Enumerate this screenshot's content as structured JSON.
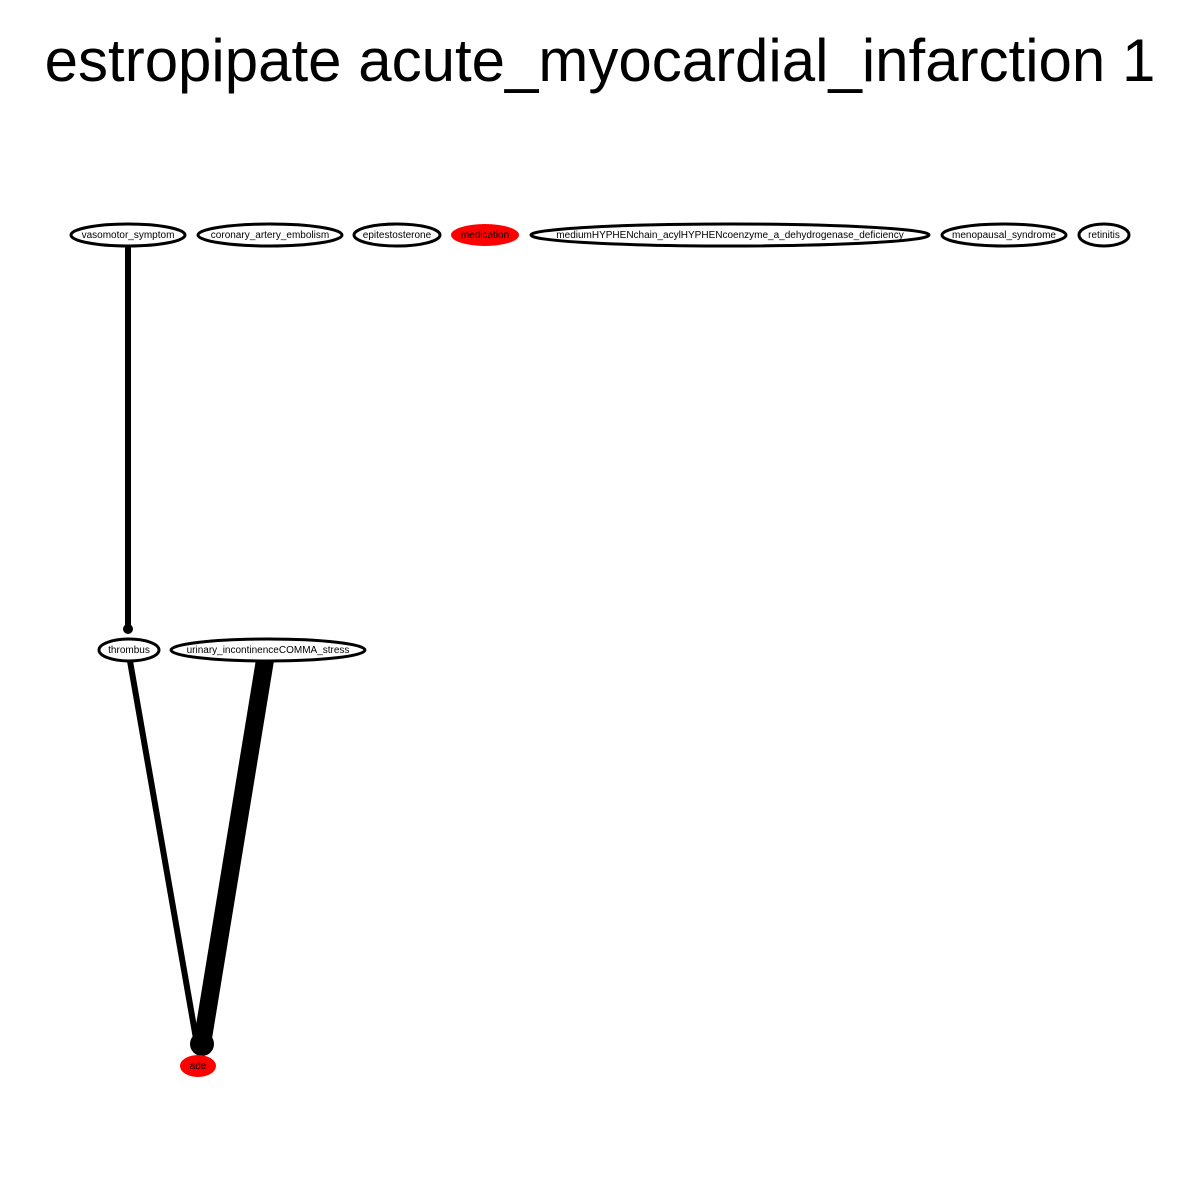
{
  "title": "estropipate acute_myocardial_infarction 1",
  "colors": {
    "highlight_fill": "#ff0000",
    "node_fill": "#ffffff",
    "stroke": "#000000"
  },
  "nodes": [
    {
      "id": "vasomotor_symptom",
      "label": "vasomotor_symptom",
      "highlight": false
    },
    {
      "id": "coronary_artery_embolism",
      "label": "coronary_artery_embolism",
      "highlight": false
    },
    {
      "id": "epitestosterone",
      "label": "epitestosterone",
      "highlight": false
    },
    {
      "id": "medication",
      "label": "medication",
      "highlight": true
    },
    {
      "id": "mcad_deficiency",
      "label": "mediumHYPHENchain_acylHYPHENcoenzyme_a_dehydrogenase_deficiency",
      "highlight": false
    },
    {
      "id": "menopausal_syndrome",
      "label": "menopausal_syndrome",
      "highlight": false
    },
    {
      "id": "retinitis",
      "label": "retinitis",
      "highlight": false
    },
    {
      "id": "thrombus",
      "label": "thrombus",
      "highlight": false
    },
    {
      "id": "urinary_incontinence_stress",
      "label": "urinary_incontinenceCOMMA_stress",
      "highlight": false
    },
    {
      "id": "ade",
      "label": "ade",
      "highlight": true
    }
  ],
  "edges": [
    {
      "from": "vasomotor_symptom",
      "to": "thrombus",
      "weight": 1
    },
    {
      "from": "thrombus",
      "to": "ade",
      "weight": 1
    },
    {
      "from": "urinary_incontinence_stress",
      "to": "ade",
      "weight": 4
    }
  ]
}
